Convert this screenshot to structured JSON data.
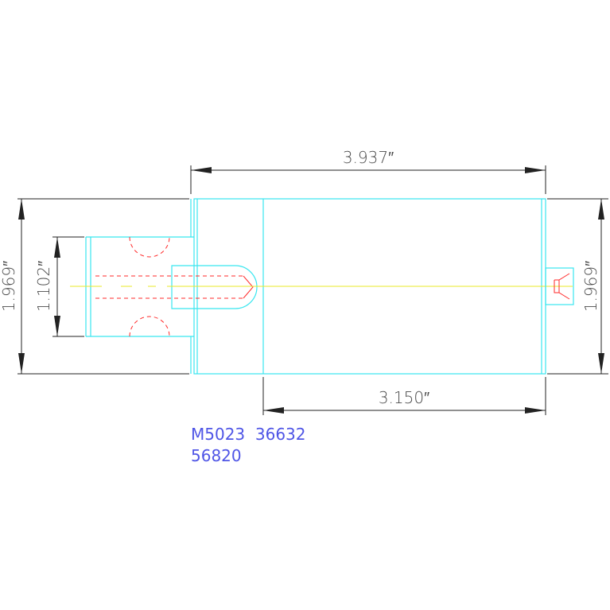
{
  "dimensions": {
    "overall_length": "3.937″",
    "body_length": "3.150″",
    "height_left": "1.969″",
    "height_right": "1.969″",
    "shaft_height": "1.102″"
  },
  "part_numbers": {
    "line1": "M5023  36632",
    "line2": "56820"
  },
  "colors": {
    "outline": "#38e6ef",
    "dimension": "#222222",
    "hidden": "#ff2a2a",
    "centerline": "#e8e82a",
    "part_text": "#4f55e6"
  }
}
